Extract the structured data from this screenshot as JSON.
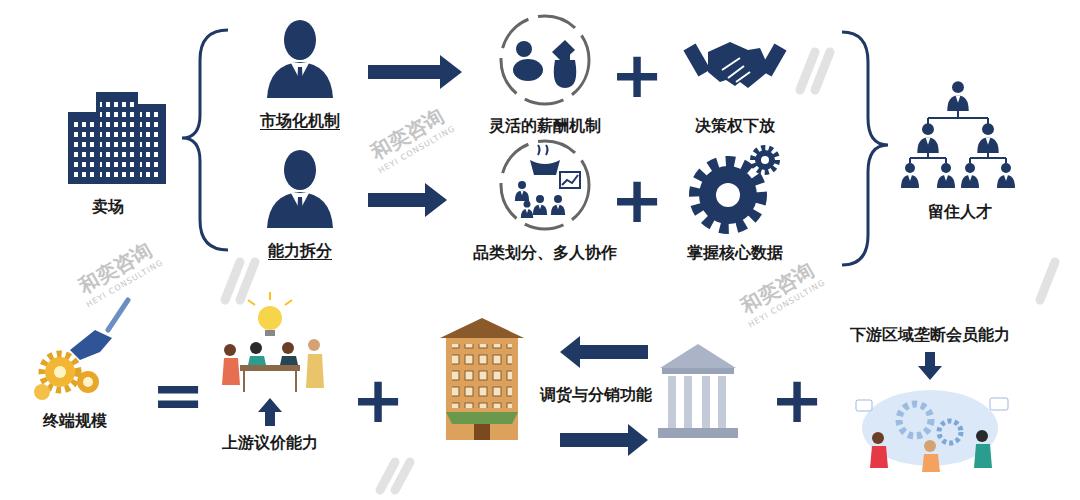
{
  "diagram": {
    "nodes": [
      {
        "text": [
          "卖场"
        ]
      },
      {
        "text": [
          "市场化机制"
        ]
      },
      {
        "text": [
          "灵活的薪酬机制"
        ]
      },
      {
        "text": [
          "决策权下放"
        ]
      },
      {
        "text": [
          "能力拆分"
        ]
      },
      {
        "text": [
          "品类划分、多人协作"
        ]
      },
      {
        "text": [
          "掌握核心数据"
        ]
      },
      {
        "text": [
          "留住人才"
        ]
      },
      {
        "text": [
          "终端规模"
        ]
      },
      {
        "text": [
          "上游议价能力"
        ]
      },
      {
        "text": [
          "调货与分销功能"
        ]
      },
      {
        "text": [
          "下游区域垄断会员能力"
        ]
      }
    ],
    "edges": [
      {
        "from": 1,
        "to": 2,
        "arrow": "to"
      },
      {
        "from": 4,
        "to": 5,
        "arrow": "to"
      }
    ],
    "labels": [
      "+",
      "+",
      "=",
      "+",
      "+",
      "和奕咨询",
      "HEYI CONSULTING",
      "和奕咨询",
      "HEYI CONSULTING",
      "和奕咨询",
      "HEYI CONSULTING"
    ]
  }
}
